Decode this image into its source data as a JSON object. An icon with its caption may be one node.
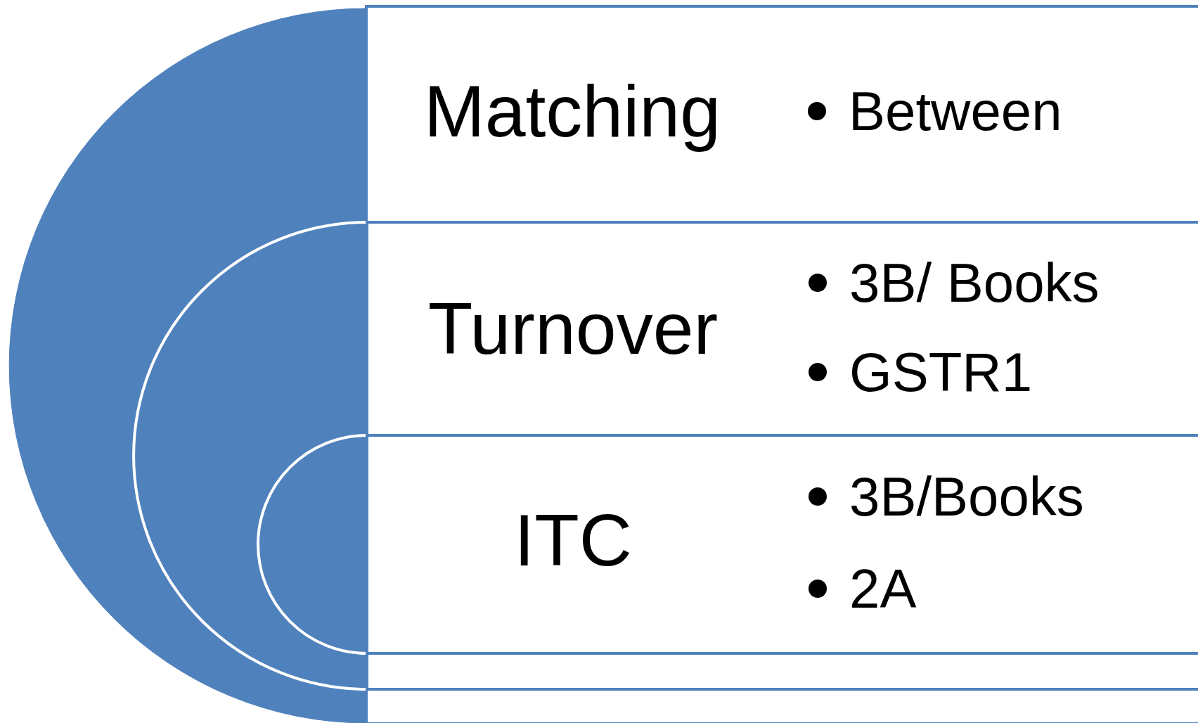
{
  "diagram": {
    "nodes": [
      {
        "text": [
          "Matching",
          "Between"
        ]
      },
      {
        "text": [
          "Turnover",
          "3B/ Books",
          "GSTR1"
        ],
        "in": 0
      },
      {
        "text": [
          "ITC",
          "3B/Books",
          "2A"
        ],
        "in": 1
      }
    ]
  }
}
